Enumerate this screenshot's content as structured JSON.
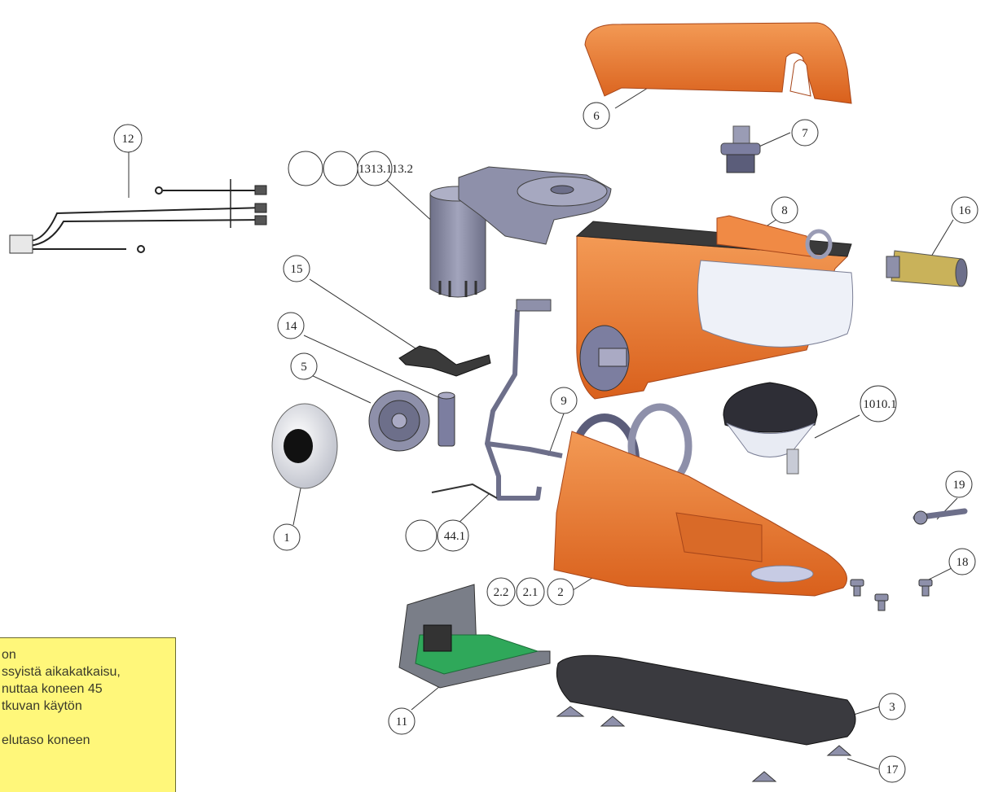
{
  "callouts": {
    "c1": "1",
    "c2": "2",
    "c2_1": "2.1",
    "c2_2": "2.2",
    "c3": "3",
    "c4": "44.1",
    "c5": "5",
    "c6": "6",
    "c7": "7",
    "c8": "8",
    "c9": "9",
    "c10": "1010.1",
    "c11": "11",
    "c12": "12",
    "c13": "1313.113.2",
    "c14": "14",
    "c15": "15",
    "c16": "16",
    "c17": "17",
    "c18": "18",
    "c19": "19"
  },
  "note": {
    "line1": "on",
    "line2": "ssyistä aikakatkaisu,",
    "line3": "nuttaa koneen 45",
    "line4": "tkuvan käytön",
    "line5": "",
    "line6": "elutaso koneen"
  },
  "colors": {
    "housing_orange": "#e8762d",
    "motor_gray": "#8f91a8",
    "note_yellow": "#fff77a"
  }
}
